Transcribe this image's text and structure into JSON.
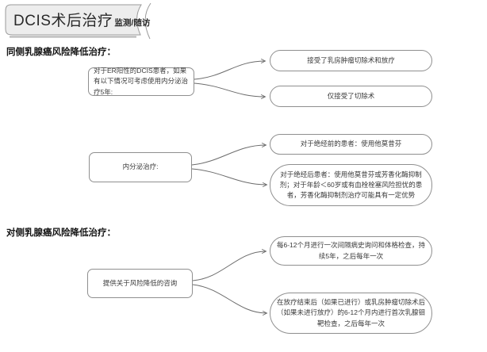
{
  "title": {
    "main": "DCIS术后治疗",
    "sub": "监测/随访"
  },
  "sections": [
    {
      "heading": "同侧乳腺癌风险降低治疗：",
      "source": "对于ER阳性的DCIS患者，如果有以下情况可考虑使用内分泌治疗5年:",
      "targets": [
        "接受了乳房肿瘤切除术和放疗",
        "仅接受了切除术"
      ]
    },
    {
      "source": "内分泌治疗:",
      "targets": [
        "对于绝经前的患者：使用他莫昔芬",
        "对于绝经后患者：使用他莫昔芬或芳香化酶抑制剂；对于年龄＜60岁或有血栓栓塞风险担忧的患者，芳香化酶抑制剂治疗可能具有一定优势"
      ]
    },
    {
      "heading": "对侧乳腺癌风险降低治疗：",
      "source": "提供关于风险降低的咨询",
      "targets": [
        "每6-12个月进行一次间隔病史询问和体格检查，持续5年，之后每年一次",
        "在放疗结束后（如果已进行）或乳房肿瘤切除术后（如果未进行放疗）的6-12个月内进行首次乳腺钼靶检查，之后每年一次"
      ]
    }
  ],
  "colors": {
    "node_border": "#8f8f8f",
    "node_fill": "#ffffff",
    "banner_fill": "#ededed",
    "banner_border": "#9a9a9a",
    "text": "#3a3a3a",
    "connector": "#6b6b6b"
  }
}
